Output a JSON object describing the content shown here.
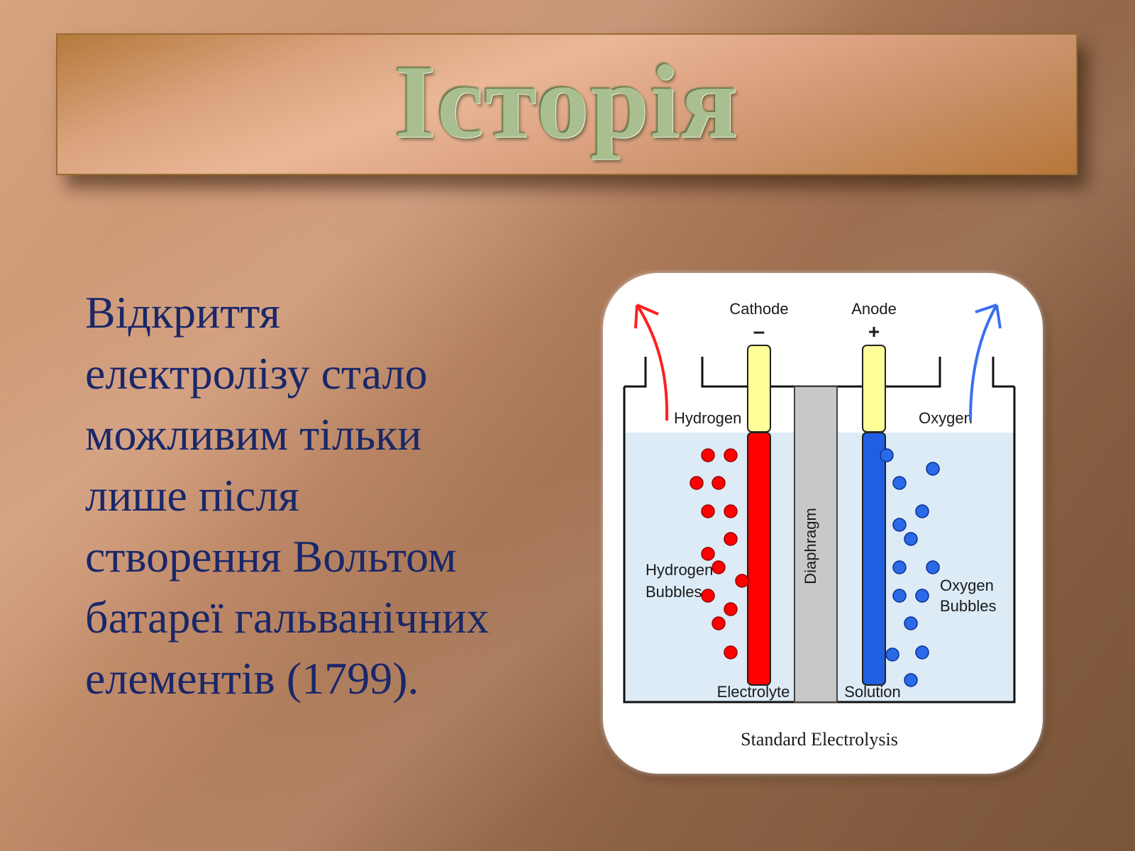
{
  "slide": {
    "title": "Історія",
    "body_lines": [
      "Відкриття",
      "електролізу стало",
      "можливим тільки",
      "лише після",
      "створення Вольтом",
      "батареї гальванічних",
      "елементів (1799)."
    ]
  },
  "diagram": {
    "cathode_label": "Cathode",
    "cathode_sign": "–",
    "anode_label": "Anode",
    "anode_sign": "+",
    "hydrogen_label": "Hydrogen",
    "oxygen_label": "Oxygen",
    "hydrogen_bubbles_line1": "Hydrogen",
    "hydrogen_bubbles_line2": "Bubbles",
    "oxygen_bubbles_line1": "Oxygen",
    "oxygen_bubbles_line2": "Bubbles",
    "diaphragm_label": "Diaphragm",
    "electrolyte_label": "Electrolyte",
    "solution_label": "Solution",
    "caption": "Standard Electrolysis"
  },
  "colors": {
    "title_text": "#a9bf90",
    "body_text": "#1a2769",
    "cathode_red": "#ff0000",
    "anode_blue": "#2060e0",
    "electrode_cap": "#ffff99",
    "diaphragm": "#c8c8c8",
    "solution": "#dcebf6"
  }
}
